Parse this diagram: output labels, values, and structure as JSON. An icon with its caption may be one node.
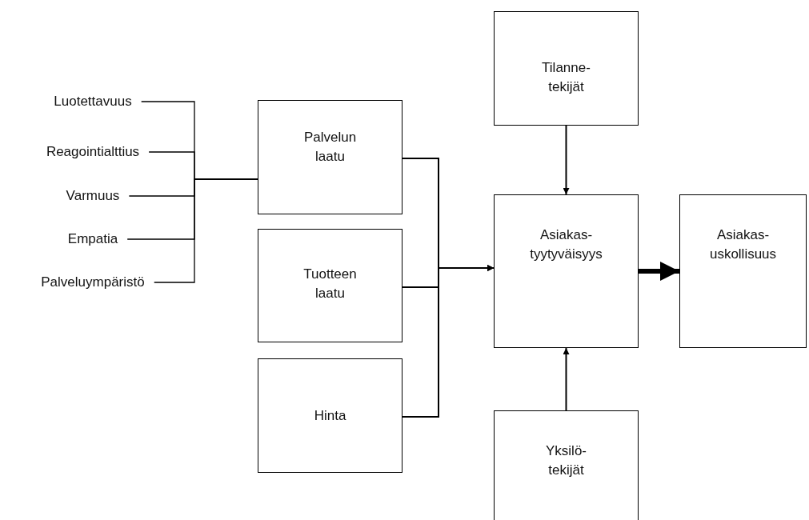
{
  "diagram": {
    "nodes": [
      {
        "text": [
          "Luotettavuus"
        ]
      },
      {
        "text": [
          "Reagointialttius"
        ]
      },
      {
        "text": [
          "Varmuus"
        ]
      },
      {
        "text": [
          "Empatia"
        ]
      },
      {
        "text": [
          "Palveluympäristö"
        ]
      },
      {
        "text": [
          "Palvelun laatu"
        ]
      },
      {
        "text": [
          "Tuotteen laatu"
        ]
      },
      {
        "text": [
          "Hinta"
        ]
      },
      {
        "text": [
          "Tilanne-tekijät"
        ]
      },
      {
        "text": [
          "Asiakas-tyytyväisyys"
        ]
      },
      {
        "text": [
          "Asiakas-uskollisuus"
        ]
      },
      {
        "text": [
          "Yksilö-tekijät"
        ]
      }
    ],
    "edges": [
      {
        "from": 0,
        "to": 5,
        "arrow": "none"
      },
      {
        "from": 1,
        "to": 5,
        "arrow": "none"
      },
      {
        "from": 2,
        "to": 5,
        "arrow": "none"
      },
      {
        "from": 3,
        "to": 5,
        "arrow": "none"
      },
      {
        "from": 4,
        "to": 5,
        "arrow": "none"
      },
      {
        "from": 5,
        "to": 9,
        "arrow": "to"
      },
      {
        "from": 6,
        "to": 9,
        "arrow": "to"
      },
      {
        "from": 7,
        "to": 9,
        "arrow": "to"
      },
      {
        "from": 8,
        "to": 9,
        "arrow": "to"
      },
      {
        "from": 11,
        "to": 9,
        "arrow": "to"
      },
      {
        "from": 9,
        "to": 10,
        "arrow": "to",
        "style": "thick"
      }
    ]
  }
}
